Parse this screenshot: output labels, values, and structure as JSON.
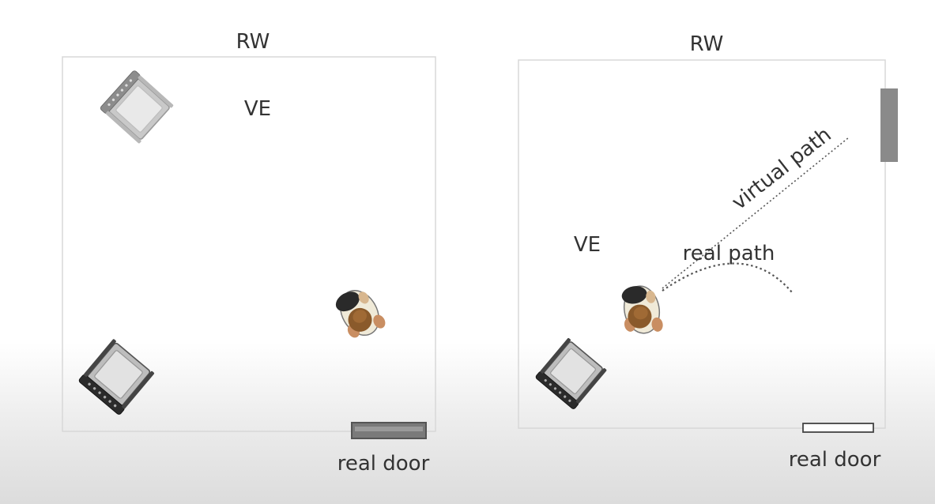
{
  "panels": [
    {
      "rw_label": "RW",
      "ve_label": "VE",
      "door_label": "real door",
      "door_style": "filled"
    },
    {
      "rw_label": "RW",
      "ve_label": "VE",
      "door_label": "real door",
      "door_style": "outline",
      "virtual_path_label": "virtual path",
      "real_path_label": "real path"
    }
  ],
  "colors": {
    "room_border": "#d8d8d8",
    "label_text": "#333333",
    "door_fill": "#7a7a7a",
    "virtual_door_fill": "#8a8a8a",
    "path": "#555555"
  }
}
